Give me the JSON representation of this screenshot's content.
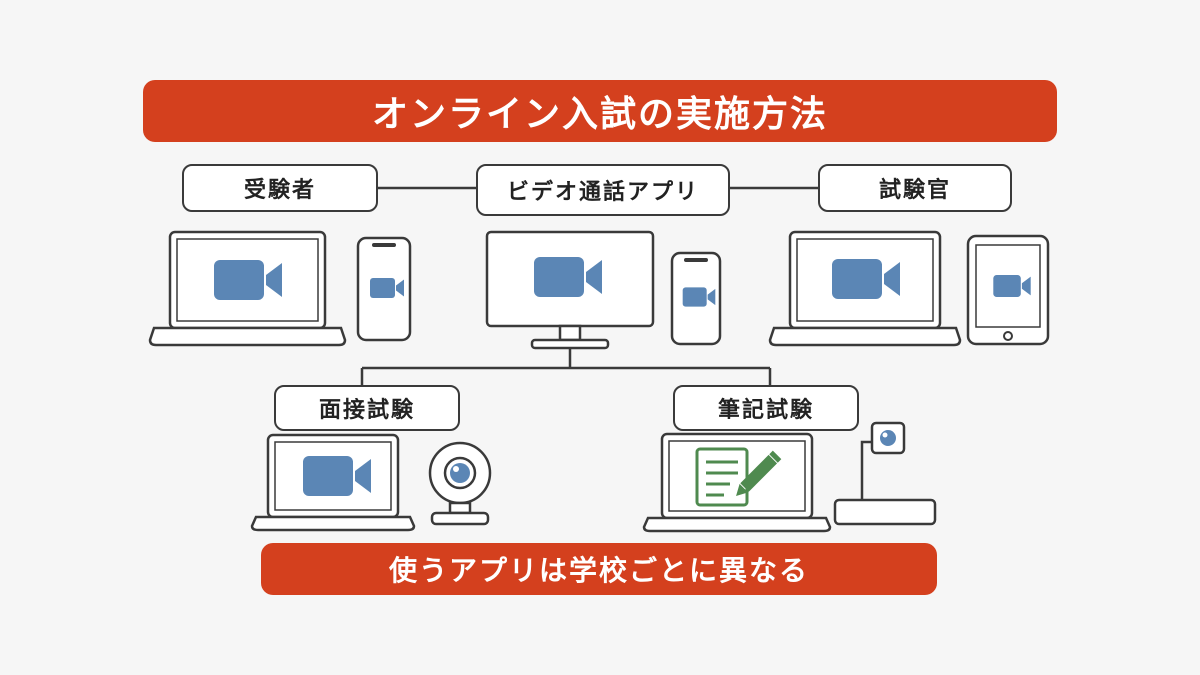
{
  "title": "オンライン入試の実施方法",
  "labels": {
    "examinee": "受験者",
    "app": "ビデオ通話アプリ",
    "examiner": "試験官",
    "interview": "面接試験",
    "written": "筆記試験"
  },
  "footer": "使うアプリは学校ごとに異なる",
  "colors": {
    "accent": "#d4401e",
    "camera_icon": "#5b86b5",
    "document_icon": "#4f8a4f",
    "outline": "#3a3a3a"
  },
  "icons": [
    "laptop-icon",
    "smartphone-icon",
    "desktop-monitor-icon",
    "tablet-icon",
    "webcam-icon",
    "document-camera-icon",
    "video-camera-icon",
    "document-pencil-icon"
  ]
}
